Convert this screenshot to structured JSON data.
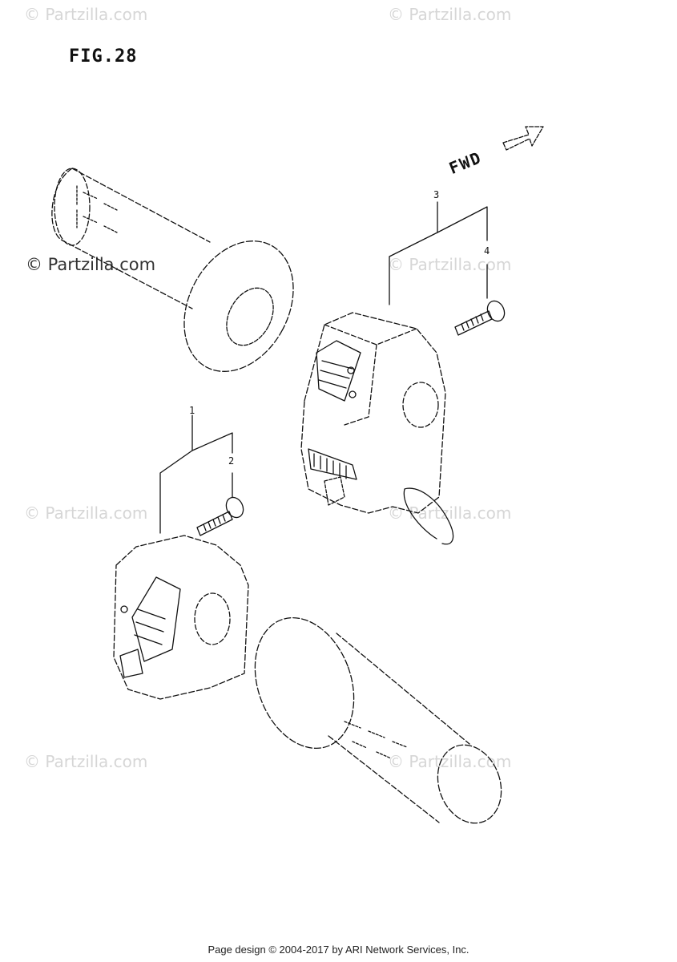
{
  "figure": {
    "title": "FIG.28",
    "direction_label": "FWD"
  },
  "watermark": {
    "text": "© Partzilla.com"
  },
  "callouts": [
    "1",
    "2",
    "3",
    "4"
  ],
  "footer": {
    "text": "Page design © 2004-2017 by ARI Network Services, Inc."
  }
}
